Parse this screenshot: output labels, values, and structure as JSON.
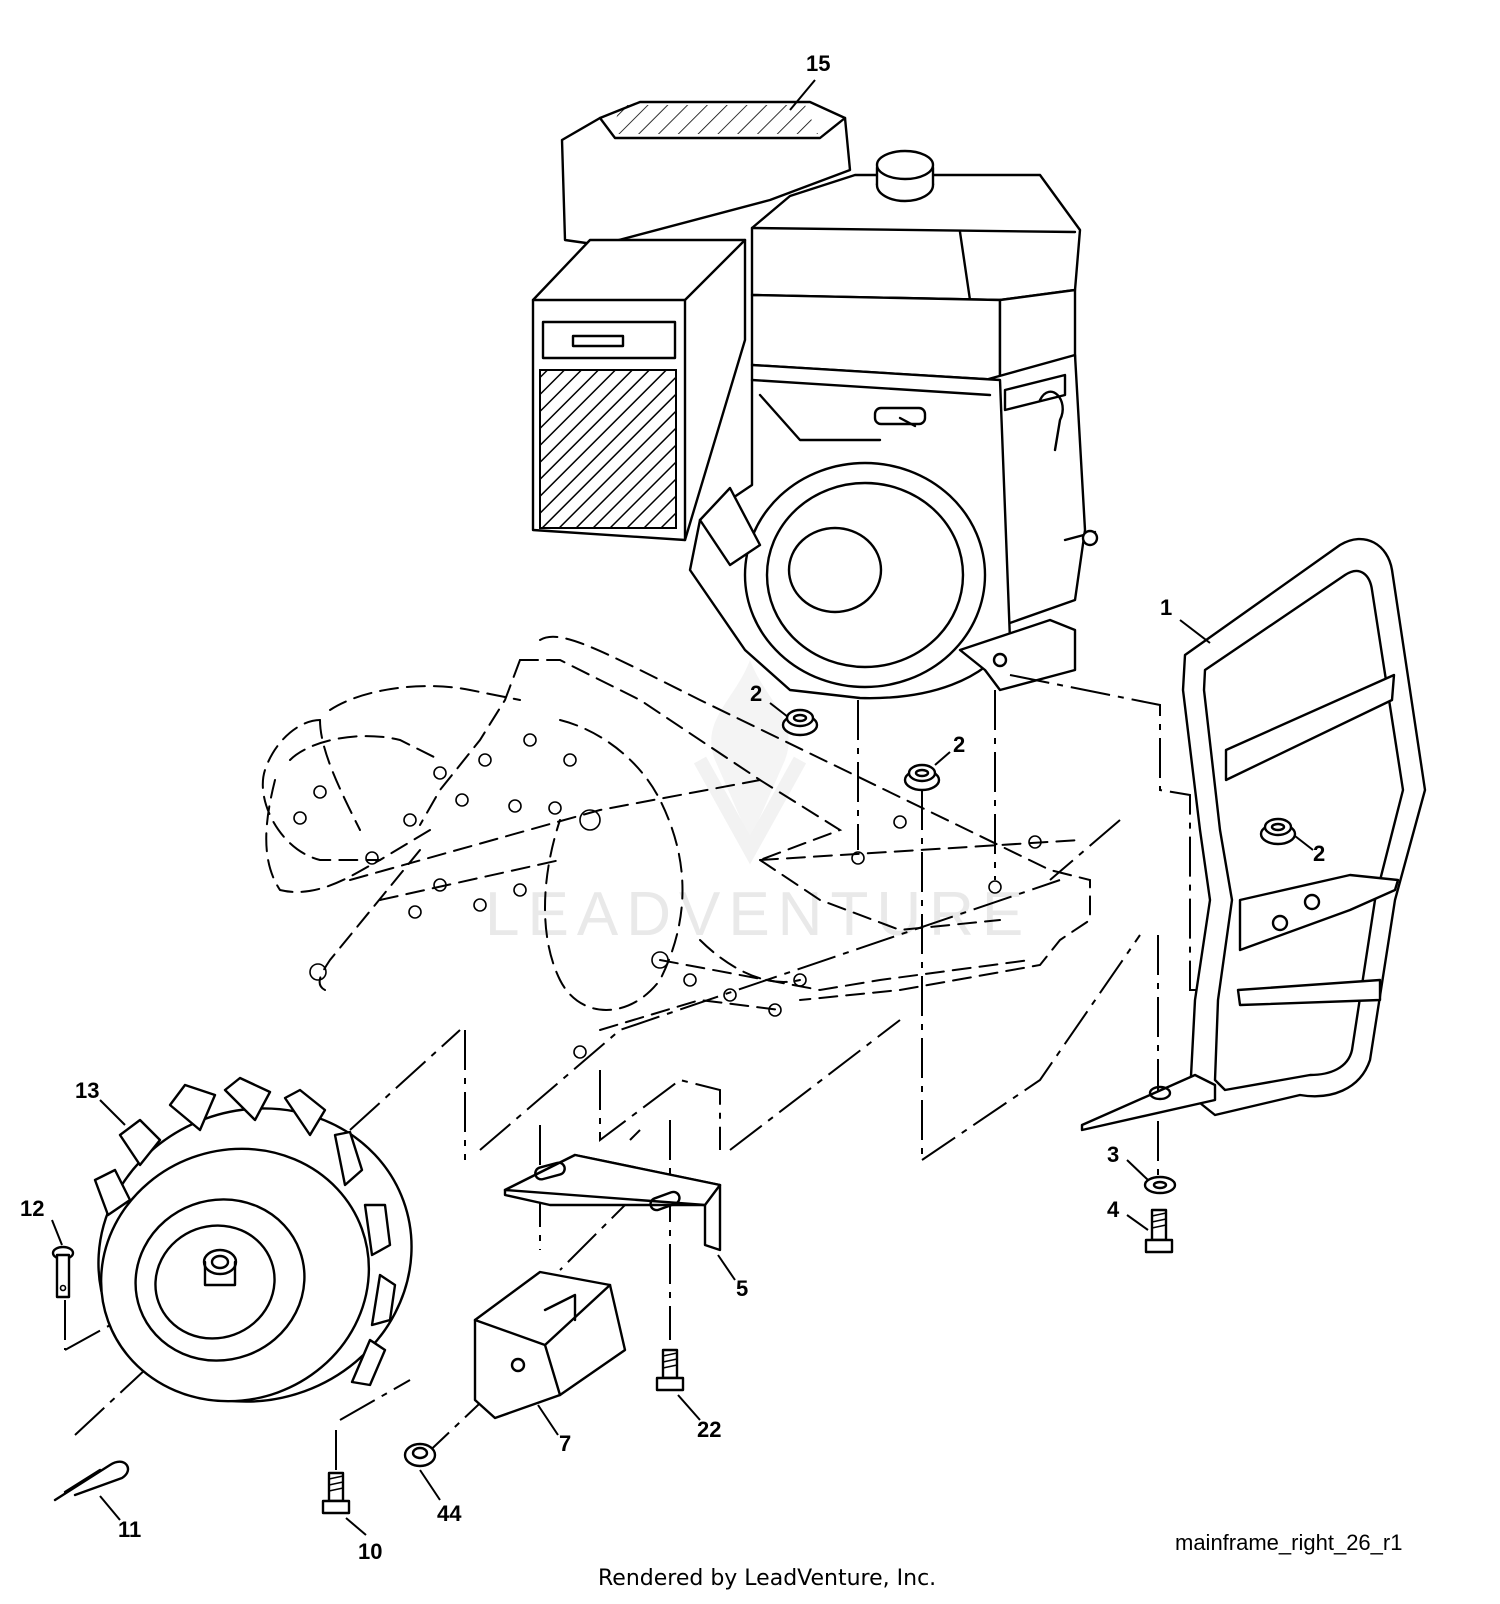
{
  "diagram": {
    "callouts": {
      "c15": "15",
      "c1": "1",
      "c2a": "2",
      "c2b": "2",
      "c2c": "2",
      "c3": "3",
      "c4": "4",
      "c5": "5",
      "c7": "7",
      "c10": "10",
      "c11": "11",
      "c12": "12",
      "c13": "13",
      "c22": "22",
      "c44": "44"
    },
    "watermark": "LEADVENTURE",
    "footer_credit": "Rendered by LeadVenture, Inc.",
    "drawing_id": "mainframe_right_26_r1"
  }
}
